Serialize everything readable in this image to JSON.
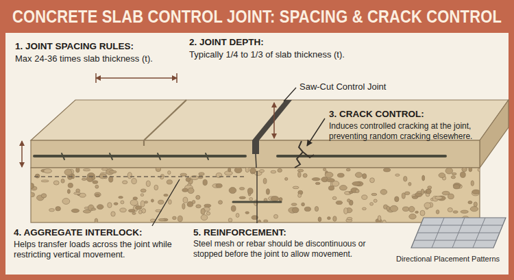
{
  "diagram": {
    "title": "CONCRETE SLAB CONTROL JOINT: SPACING & CRACK CONTROL",
    "labels": [
      "1. JOINT SPACING RULES:",
      "Max 24-36 times slab thickness (t).",
      "2. JOINT DEPTH:",
      "Typically 1/4 to 1/3 of slab thickness (t).",
      "Saw-Cut Control Joint",
      "3. CRACK CONTROL:",
      "Induces controlled cracking at the joint, preventing random cracking elsewhere.",
      "4. AGGREGATE INTERLOCK:",
      "Helps transfer loads across the joint while restricting vertical movement.",
      "5. REINFORCEMENT:",
      "Steel mesh or rebar should be discontinuous or stopped before the joint to allow movement.",
      "Directional Placement Patterns"
    ]
  }
}
